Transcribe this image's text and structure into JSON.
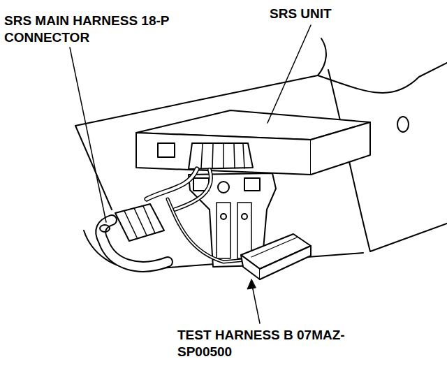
{
  "diagram": {
    "labels": [
      "SRS UNIT",
      "SRS MAIN HARNESS 18-P CONNECTOR",
      "TEST HARNESS B 07MAZ-SP00500"
    ]
  }
}
